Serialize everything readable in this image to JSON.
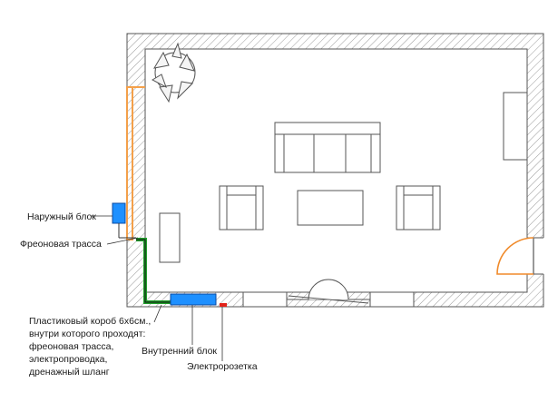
{
  "labels": {
    "outdoor_unit": "Наружный блок",
    "freon_line": "Фреоновая трасса",
    "duct_note": [
      "Пластиковый короб 6х6см.,",
      "внутри которого проходят:",
      "фреоновая трасса,",
      "электропроводка,",
      "дренажный шланг"
    ],
    "indoor_unit": "Внутренний блок",
    "socket": "Электророзетка"
  },
  "colors": {
    "wall_hatch": "#9a9a9a",
    "furniture_stroke": "#555555",
    "outdoor_unit": "#1e90ff",
    "indoor_unit": "#1e90ff",
    "freon_route": "#f4a04a",
    "duct": "#1f9e2a",
    "socket": "#e2231a",
    "door_swing": "#f08a2a"
  },
  "icons": {
    "plant": "potted-plant-icon",
    "sofa": "sofa-icon",
    "armchair": "armchair-icon",
    "table": "coffee-table-icon",
    "door": "door-icon"
  }
}
